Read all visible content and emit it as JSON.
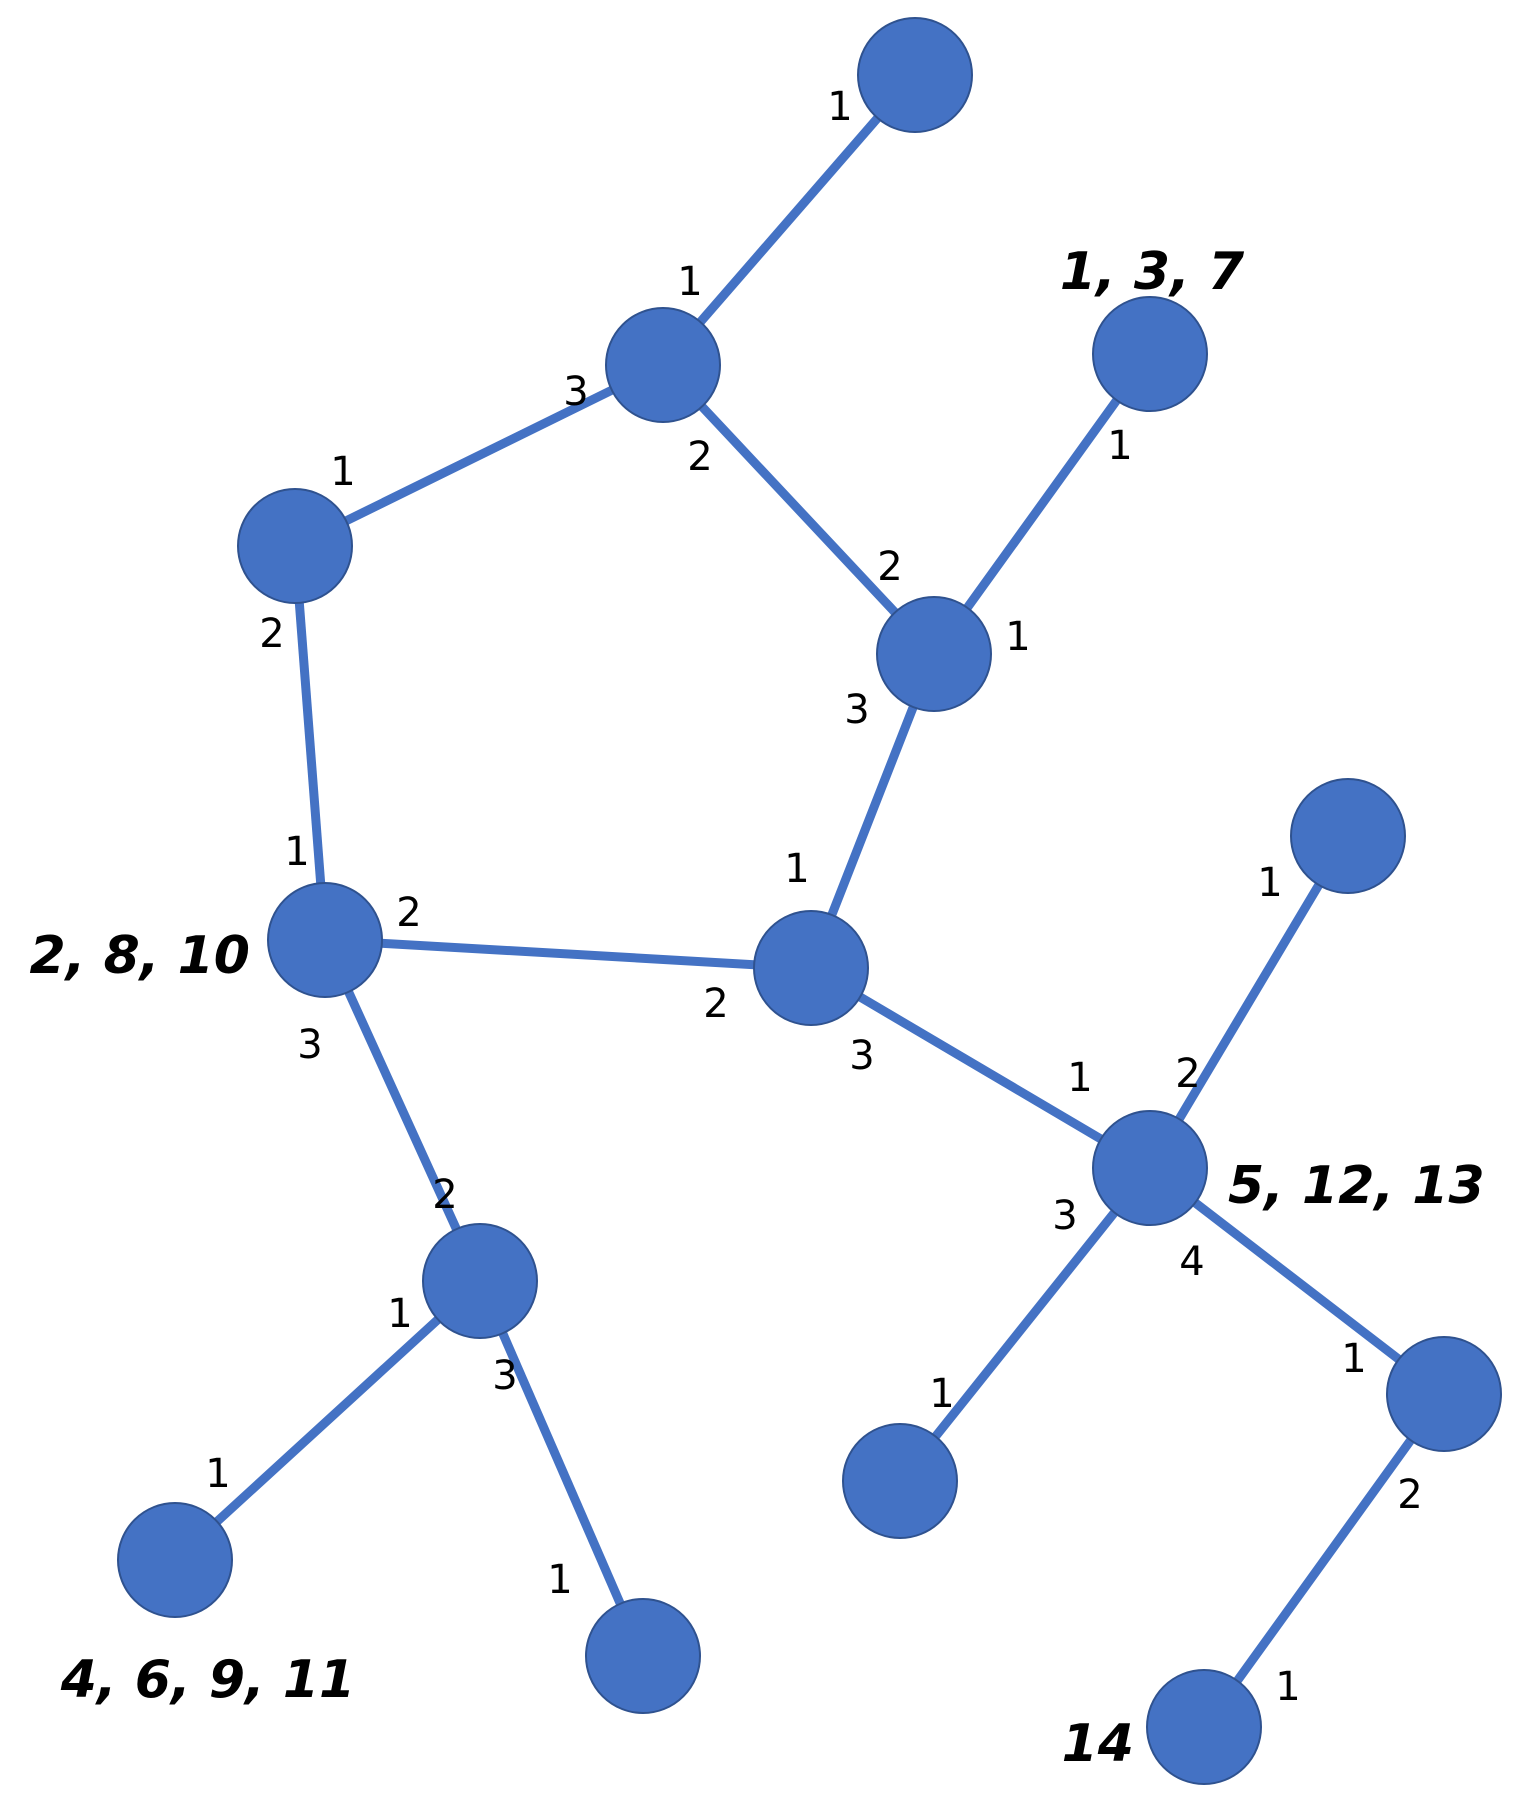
{
  "colors": {
    "node_fill": "#4472C4",
    "node_outline": "#2F528F",
    "edge": "#4472C4",
    "text": "#000000"
  },
  "diagram": {
    "nodes": [
      {
        "id": "n_top"
      },
      {
        "id": "n_a"
      },
      {
        "id": "n_137",
        "label": "1, 3, 7"
      },
      {
        "id": "n_left"
      },
      {
        "id": "n_mid_right"
      },
      {
        "id": "n_2810",
        "label": "2, 8, 10"
      },
      {
        "id": "n_center"
      },
      {
        "id": "n_right_top"
      },
      {
        "id": "n_51213",
        "label": "5, 12, 13"
      },
      {
        "id": "n_b"
      },
      {
        "id": "n_46911",
        "label": "4, 6, 9, 11"
      },
      {
        "id": "n_c"
      },
      {
        "id": "n_d"
      },
      {
        "id": "n_e"
      },
      {
        "id": "n_14",
        "label": "14"
      }
    ],
    "edges": [
      {
        "from": "n_a",
        "to": "n_top",
        "port_from": "1",
        "port_to": "1"
      },
      {
        "from": "n_a",
        "to": "n_left",
        "port_from": "3",
        "port_to": "1"
      },
      {
        "from": "n_a",
        "to": "n_mid_right",
        "port_from": "2",
        "port_to": "2"
      },
      {
        "from": "n_137",
        "to": "n_mid_right",
        "port_from": "1",
        "port_to": "1"
      },
      {
        "from": "n_left",
        "to": "n_2810",
        "port_from": "2",
        "port_to": "1"
      },
      {
        "from": "n_mid_right",
        "to": "n_center",
        "port_from": "3",
        "port_to": "1"
      },
      {
        "from": "n_2810",
        "to": "n_center",
        "port_from": "2",
        "port_to": "2"
      },
      {
        "from": "n_2810",
        "to": "n_b",
        "port_from": "3",
        "port_to": "2"
      },
      {
        "from": "n_center",
        "to": "n_51213",
        "port_from": "3",
        "port_to": "1"
      },
      {
        "from": "n_right_top",
        "to": "n_51213",
        "port_from": "1",
        "port_to": "2"
      },
      {
        "from": "n_51213",
        "to": "n_d",
        "port_from": "3",
        "port_to": "1"
      },
      {
        "from": "n_51213",
        "to": "n_e",
        "port_from": "4",
        "port_to": "1"
      },
      {
        "from": "n_b",
        "to": "n_46911",
        "port_from": "1",
        "port_to": "1"
      },
      {
        "from": "n_b",
        "to": "n_c",
        "port_from": "3",
        "port_to": "1"
      },
      {
        "from": "n_e",
        "to": "n_14",
        "port_from": "2",
        "port_to": "1"
      }
    ]
  }
}
